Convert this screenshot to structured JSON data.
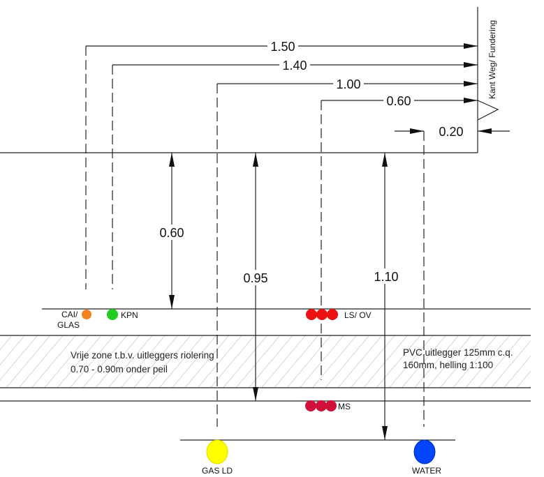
{
  "dimensions": {
    "horizontal": [
      "1.50",
      "1.40",
      "1.00",
      "0.60",
      "0.20"
    ],
    "vertical": [
      "0.60",
      "0.95",
      "1.10"
    ]
  },
  "edge_label": "Kant Weg/ Fundering",
  "cables": {
    "cai_line1": "CAI/",
    "cai_line2": "GLAS",
    "kpn": "KPN",
    "ls_ov": "LS/ OV",
    "ms": "MS",
    "gas": "GAS LD",
    "water": "WATER"
  },
  "zone": {
    "line1": "Vrije zone t.b.v. uitleggers riolering",
    "line2": "0.70 - 0.90m onder peil",
    "pvc_line1": "PVC uitlegger 125mm c.q.",
    "pvc_line2": "160mm, helling 1:100"
  },
  "colors": {
    "cai": "#f58220",
    "kpn": "#22cc22",
    "ls_ov": "#ee1111",
    "ms": "#d0103a",
    "gas": "#ffff00",
    "water": "#0044ff"
  }
}
